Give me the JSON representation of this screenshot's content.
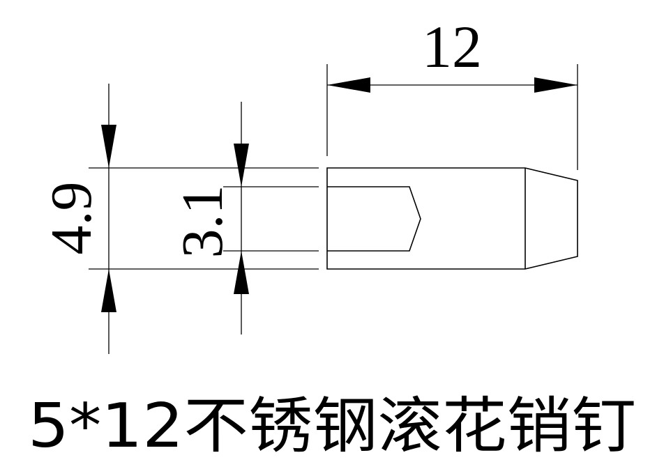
{
  "dimensions": {
    "length": "12",
    "outer_diameter": "4.9",
    "inner_diameter": "3.1"
  },
  "caption": "5*12不锈钢滚花销钉"
}
